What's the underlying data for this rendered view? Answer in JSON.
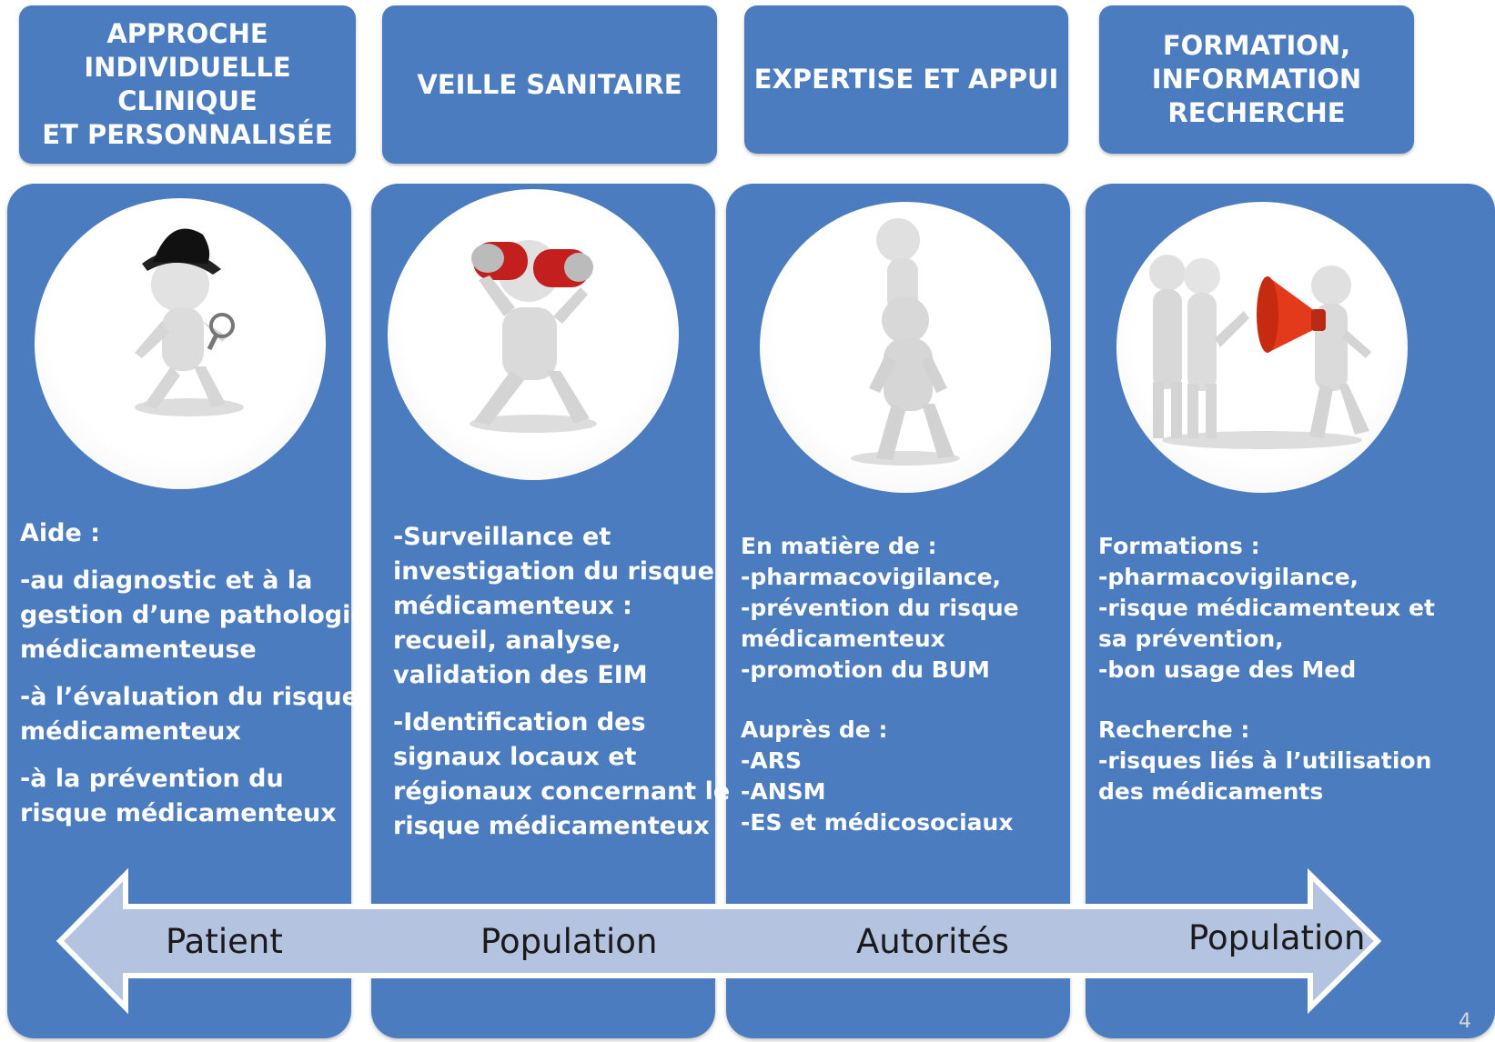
{
  "headers": [
    {
      "lines": [
        "APPROCHE",
        "INDIVIDUELLE CLINIQUE",
        "ET PERSONNALISÉE"
      ]
    },
    {
      "lines": [
        "VEILLE SANITAIRE"
      ]
    },
    {
      "lines": [
        "EXPERTISE ET APPUI"
      ]
    },
    {
      "lines": [
        "FORMATION,",
        "INFORMATION",
        "RECHERCHE"
      ]
    }
  ],
  "columns": [
    {
      "lines": [
        "Aide :",
        "",
        "-au diagnostic et à la",
        "gestion d’une pathologie",
        "médicamenteuse",
        "",
        "-à l’évaluation du risque",
        "médicamenteux",
        "",
        "-à la prévention du",
        "risque médicamenteux"
      ]
    },
    {
      "lines": [
        "-Surveillance et",
        "investigation du risque",
        "médicamenteux :",
        "recueil, analyse,",
        "validation des EIM",
        "",
        "-Identification des",
        "signaux locaux et",
        "régionaux concernant le",
        "risque médicamenteux"
      ]
    },
    {
      "lines": [
        "En matière de :",
        "-pharmacovigilance,",
        "-prévention du risque",
        "médicamenteux",
        "-promotion du BUM",
        "*",
        "Auprès de :",
        "-ARS",
        "-ANSM",
        "-ES et médicosociaux"
      ]
    },
    {
      "lines": [
        "Formations :",
        "-pharmacovigilance,",
        "-risque médicamenteux et",
        "sa prévention,",
        "-bon usage des Med",
        "*",
        "Recherche :",
        "-risques liés à l’utilisation",
        "des médicaments"
      ]
    }
  ],
  "arrow_labels": [
    "Patient",
    "Population",
    "Autorités",
    "Population"
  ],
  "page_number": "4",
  "colors": {
    "box": "#4b7cc0",
    "arrow_fill": "#b4c3e0",
    "arrow_stroke": "#ffffff"
  },
  "icons": [
    "detective-icon",
    "binoculars-icon",
    "helping-person-icon",
    "megaphone-group-icon"
  ]
}
